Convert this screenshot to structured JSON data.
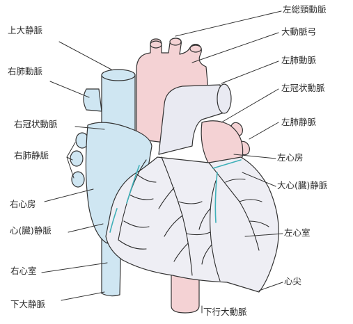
{
  "colors": {
    "vena_cava": "#cfe6f2",
    "aorta": "#f4d2d4",
    "pulmonary_artery": "#e9eaf2",
    "left_atrium": "#f4d2d4",
    "ventricle": "#eeeef4",
    "right_atrium": "#cfe6f2",
    "coronary_vessels": "#2b2b2b",
    "cardiac_vein_highlight": "#3fb0b8",
    "outline": "#333333",
    "leader_line": "#333333"
  },
  "labels_left": {
    "superior_vena_cava": "上大静脈",
    "right_pulmonary_artery": "右肺動脈",
    "right_coronary_artery": "右冠状動脈",
    "right_pulmonary_veins": "右肺静脈",
    "right_atrium": "右心房",
    "cardiac_vein": "心(臓)静脈",
    "right_ventricle": "右心室",
    "inferior_vena_cava": "下大静脈"
  },
  "labels_right": {
    "left_common_carotid": "左総頸動脈",
    "aortic_arch": "大動脈弓",
    "left_pulmonary_artery": "左肺動脈",
    "left_coronary_artery": "左冠状動脈",
    "left_pulmonary_veins": "左肺静脈",
    "left_atrium": "左心房",
    "great_cardiac_vein": "大心(臓)静脈",
    "left_ventricle": "左心室",
    "apex": "心尖",
    "descending_aorta": "下行大動脈"
  }
}
